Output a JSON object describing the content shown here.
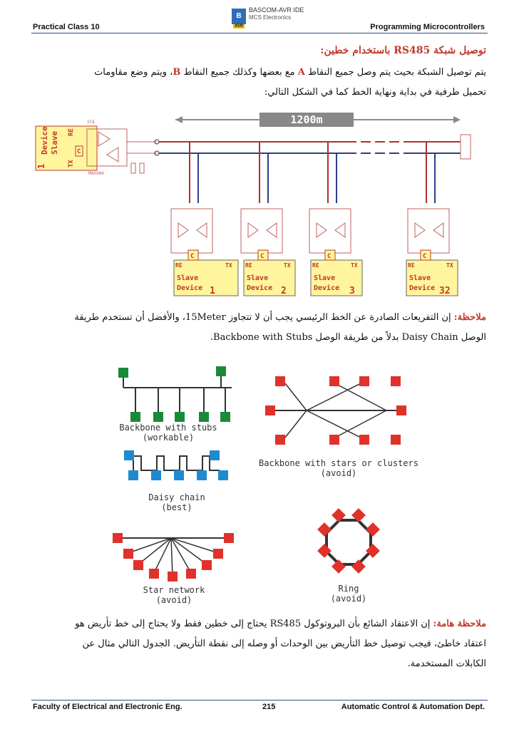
{
  "header": {
    "left": "Practical Class 10",
    "right": "Programming Microcontrollers",
    "logo_line1": "BASCOM-AVR IDE",
    "logo_line2": "MCS Electronics",
    "logo_badge": "B",
    "logo_sub": "AVR"
  },
  "section_title": "توصيل شبكة RS485 باستخدام خطين:",
  "para1": {
    "line1_a": "يتم توصيل الشبكة بحيث يتم وصل جميع النقاط ",
    "A": "A",
    "line1_b": " مع بعضها وكذلك جميع النقاط ",
    "B": "B",
    "line1_c": "، ويتم وضع مقاومات",
    "line2": "تحميل طرفية في بداية ونهاية الخط كما في الشكل التالي:"
  },
  "bus_diagram": {
    "length_label": "1200m",
    "master": {
      "label1": "Device",
      "label2": "Slave",
      "num": "1",
      "re": "RE",
      "tx": "TX",
      "c": "C",
      "chip": "MAX484",
      "ic": "IC6"
    },
    "slaves": [
      {
        "label1": "Slave",
        "label2": "Device",
        "num": "1"
      },
      {
        "label1": "Slave",
        "label2": "Device",
        "num": "2"
      },
      {
        "label1": "Slave",
        "label2": "Device",
        "num": "3"
      },
      {
        "label1": "Slave",
        "label2": "Device",
        "num": "32"
      }
    ],
    "re": "RE",
    "tx": "TX",
    "c": "C"
  },
  "note1": {
    "label": "ملاحظة:",
    "line1": " إن التفريعات الصادرة عن الخط الرئيسي يجب أن لا تتجاوز 15Meter، والأفضل أن تستخدم طريقة",
    "line2": "الوصل Daisy Chain بدلاً من طريقة الوصل Backbone with Stubs."
  },
  "topologies": [
    {
      "name": "Backbone with stubs",
      "note": "(workable)"
    },
    {
      "name": "Daisy chain",
      "note": "(best)"
    },
    {
      "name": "Star network",
      "note": "(avoid)"
    },
    {
      "name": "Backbone with stars or clusters",
      "note": "(avoid)"
    },
    {
      "name": "Ring",
      "note": "(avoid)"
    }
  ],
  "colors": {
    "green": "#1a8a3a",
    "blue": "#1f8ad0",
    "red": "#e0312a",
    "wire_red": "#b03030",
    "wire_blue": "#2c3e8c"
  },
  "note2": {
    "label": "ملاحظة هامة:",
    "line1": " إن الاعتقاد الشائع بأن البروتوكول RS485 يحتاج إلى خطين فقط ولا يحتاج إلى خط تأريض هو",
    "line2": "اعتقاد خاطئ، فيجب توصيل خط التأريض بين الوحدات أو وصله إلى نقطة التأريض. الجدول التالي مثال عن",
    "line3": "الكابلات المستخدمة."
  },
  "footer": {
    "left": "Faculty of Electrical and Electronic Eng.",
    "page": "215",
    "right": "Automatic Control & Automation Dept."
  }
}
